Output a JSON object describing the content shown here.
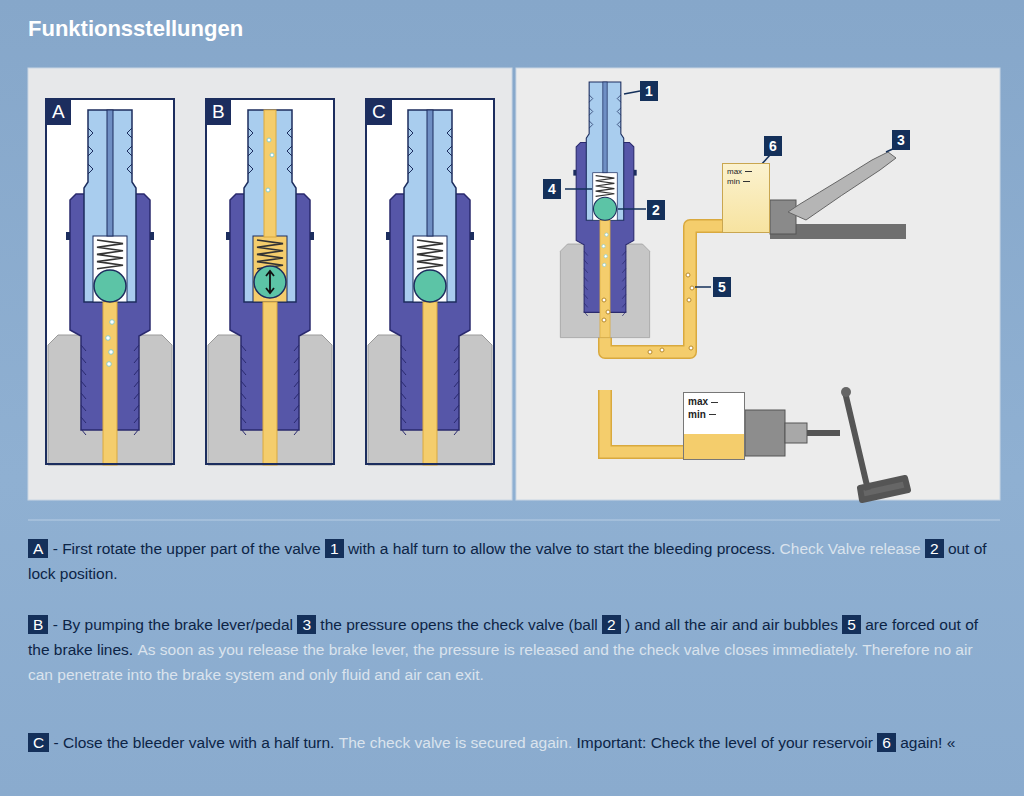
{
  "diagram": {
    "title": "Funktionsstellungen",
    "nodes": [
      {
        "text": [
          "A"
        ]
      },
      {
        "text": [
          "B"
        ]
      },
      {
        "text": [
          "C"
        ]
      },
      {
        "text": [
          "max",
          "min"
        ]
      },
      {
        "text": [
          "max",
          "min"
        ]
      }
    ],
    "labels": [
      "1",
      "4",
      "2",
      "6",
      "3",
      "5",
      "A",
      "- First rotate the upper part of the valve",
      "1",
      "with a half turn to allow the valve to start the bleeding process.",
      "Check Valve release",
      "2",
      "out of lock position.",
      "B",
      "- By pumping the brake lever/pedal",
      "3",
      "the pressure opens the check valve (ball",
      "2",
      ") and all the air and air bubbles",
      "5",
      "are forced out of the brake lines.",
      "As soon as you release the brake lever, the pressure is released and the check valve closes immediately. Therefore no air can penetrate into the brake system and only fluid and air can exit.",
      "C",
      "- Close the bleeder valve with a half turn.",
      "The check valve is secured again.",
      "Important: Check the level of your reservoir",
      "6",
      "again! «"
    ]
  }
}
